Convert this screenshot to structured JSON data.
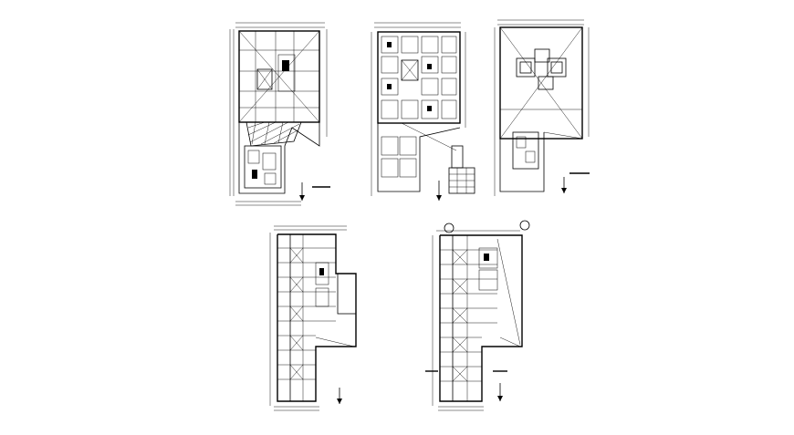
{
  "drawing": {
    "background": "#ffffff",
    "ink": "#000000",
    "views": [
      {
        "id": "plan-top-left"
      },
      {
        "id": "plan-top-middle"
      },
      {
        "id": "plan-top-right"
      },
      {
        "id": "plan-bottom-left"
      },
      {
        "id": "plan-bottom-right"
      }
    ]
  }
}
